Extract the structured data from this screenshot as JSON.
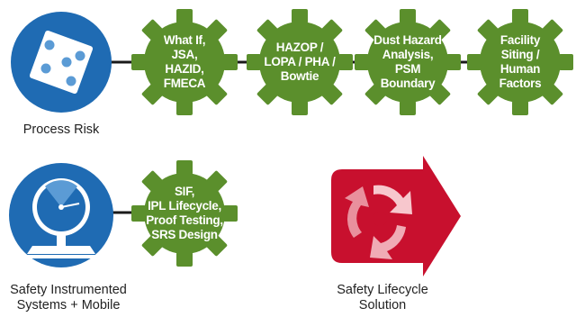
{
  "colors": {
    "blue": "#1f6bb3",
    "light_blue": "#5b9bd5",
    "green": "#5b8f2c",
    "red": "#c8102e",
    "connector": "#1a1a1a"
  },
  "row1": {
    "icon": "dice-icon",
    "caption": "Process Risk",
    "gears": [
      {
        "label": "What If,\nJSA,\nHAZID,\nFMECA"
      },
      {
        "label": "HAZOP /\nLOPA / PHA /\nBowtie"
      },
      {
        "label": "Dust Hazard\nAnalysis,\nPSM\nBoundary"
      },
      {
        "label": "Facility\nSiting /\nHuman\nFactors"
      }
    ]
  },
  "row2": {
    "icon": "gauge-icon",
    "caption": "Safety Instrumented\nSystems + Mobile",
    "gears": [
      {
        "label": "SIF,\nIPL Lifecycle,\nProof Testing,\nSRS Design"
      }
    ]
  },
  "lifecycle": {
    "icon": "cycle-arrows-icon",
    "caption": "Safety Lifecycle\nSolution"
  }
}
